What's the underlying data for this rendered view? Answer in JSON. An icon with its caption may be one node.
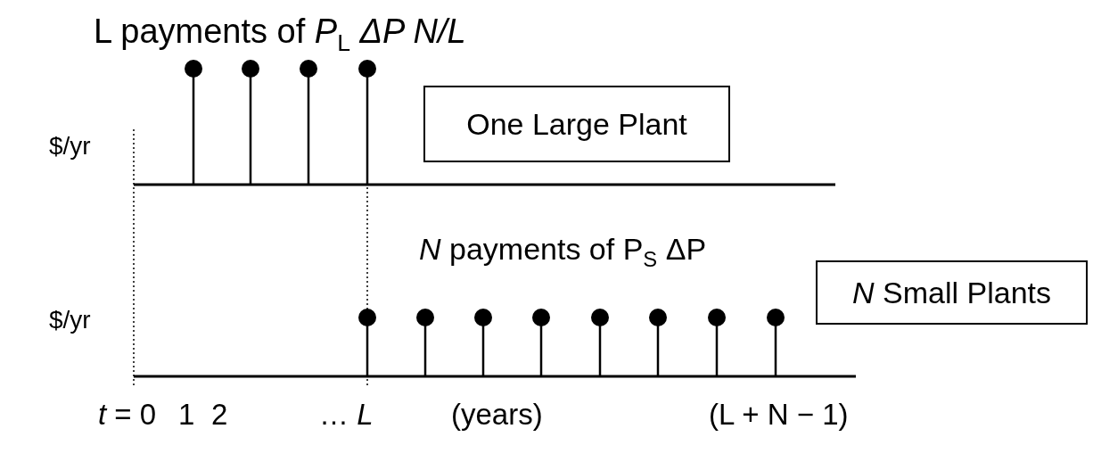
{
  "diagram": {
    "nodes": [
      {
        "text": [
          "One Large Plant"
        ]
      },
      {
        "text": [
          "*N* Small Plants"
        ]
      }
    ],
    "edges": [],
    "labels": [
      "L payments of *P*$_{L}$ *ΔP N/L*",
      "$/yr",
      "$/yr",
      "*N* payments of P$_{S}$ ΔP",
      "*t* = 0",
      "1",
      "2",
      "… *L*",
      "(years)",
      "(L + N − 1)"
    ]
  }
}
